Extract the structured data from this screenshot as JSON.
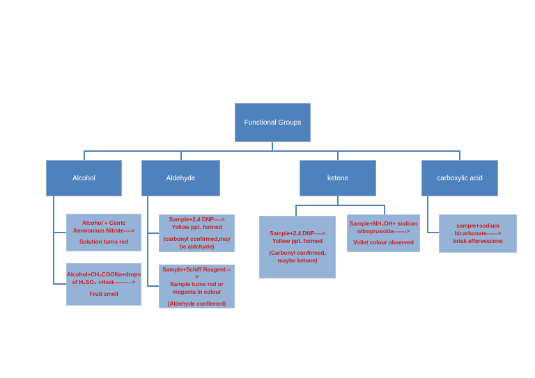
{
  "colors": {
    "background": "#ffffff",
    "parent_box_fill": "#4f81bd",
    "child_box_fill": "#95b3d7",
    "connector": "#4f81bd",
    "parent_text": "#ffffff",
    "child_text": "#cc2222"
  },
  "flowchart": {
    "root": "Functional Groups",
    "branches": [
      {
        "label": "Alcohol",
        "tests": [
          {
            "p1": [
              "Alcohol + Cerric",
              "Ammonium Nitrate---->"
            ],
            "p2": [
              "Solution turns red"
            ]
          },
          {
            "p1": [
              "Alcohol+CH₃COONa+drops",
              "of H₂SO₄ +Heat---------->"
            ],
            "p2": [
              "Fruti smell"
            ]
          }
        ]
      },
      {
        "label": "Aldehyde",
        "tests": [
          {
            "p1": [
              "Sample+2,4 DNP---->",
              "Yellow ppt. formed"
            ],
            "p2": [
              "(carbonyl confirmed,may",
              "be aldehyde)"
            ]
          },
          {
            "p1": [
              "Sample+Schiff Reagent--->",
              "Sample turns red or",
              "magenta in colour"
            ],
            "p2": [
              "(Aldehyde confirmed)"
            ]
          }
        ]
      },
      {
        "label": "ketone",
        "tests": [
          {
            "p1": [
              "Sample+2,4 DNP---->",
              "Yellow ppt. formed"
            ],
            "p2": [
              "(Carbonyl confirmed,",
              "maybe ketone)"
            ]
          },
          {
            "p1": [
              "Sample+NH₄OH+ sodium",
              "nitroprusside------->"
            ],
            "p2": [
              "Voilet colour observed"
            ]
          }
        ]
      },
      {
        "label": "carboxylic acid",
        "tests": [
          {
            "p1": [
              "sample+sodium",
              "bicarbonate------>",
              "brisk effervescene"
            ]
          }
        ]
      }
    ]
  }
}
